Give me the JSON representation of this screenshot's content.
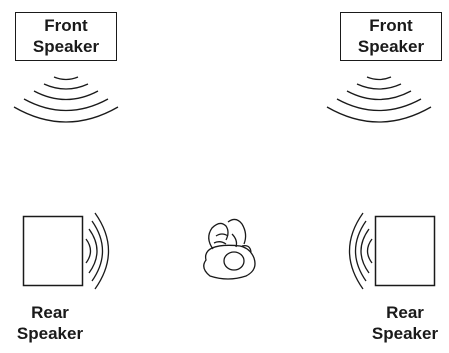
{
  "labels": {
    "front_left": [
      "Front",
      "Speaker"
    ],
    "front_right": [
      "Front",
      "Speaker"
    ],
    "rear_left": [
      "Rear",
      "Speaker"
    ],
    "rear_right": [
      "Rear",
      "Speaker"
    ]
  },
  "colors": {
    "stroke": "#1a1a1a",
    "background": "#ffffff"
  }
}
